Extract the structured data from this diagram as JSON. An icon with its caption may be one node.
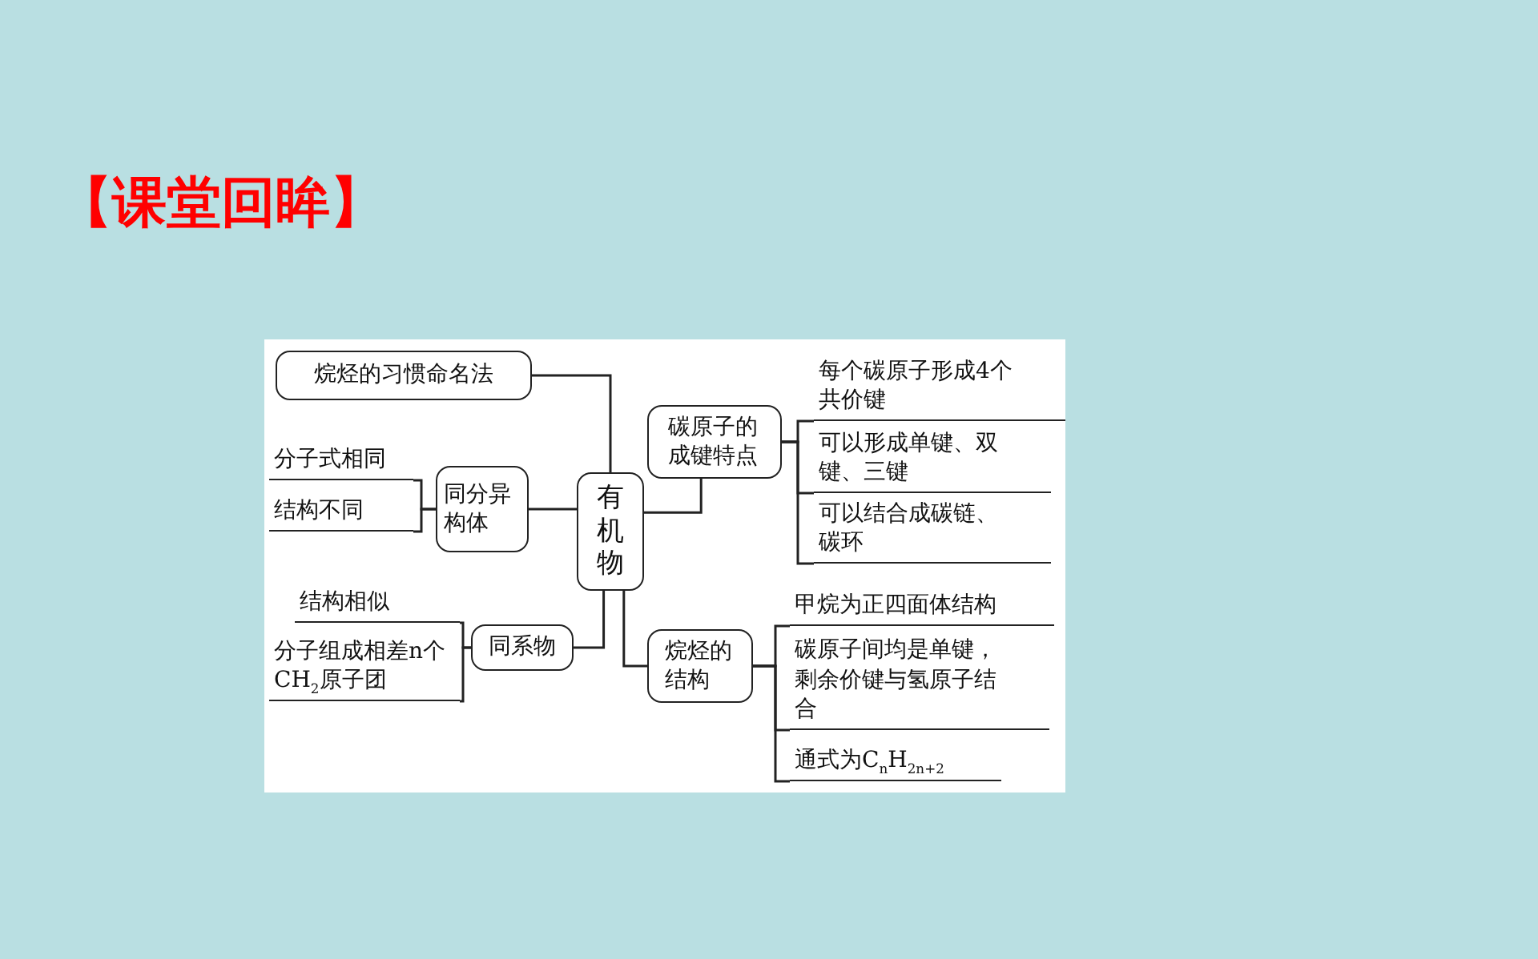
{
  "diagram": {
    "title": "【课堂回眸】",
    "nodes": [
      {
        "text": [
          "有机物"
        ]
      },
      {
        "text": [
          "烷烃的习惯命名法"
        ]
      },
      {
        "text": [
          "同分异构体"
        ]
      },
      {
        "text": [
          "分子式相同"
        ]
      },
      {
        "text": [
          "结构不同"
        ]
      },
      {
        "text": [
          "同系物"
        ]
      },
      {
        "text": [
          "结构相似"
        ]
      },
      {
        "text": [
          "分子组成相差n个CH$_{2}$原子团"
        ]
      },
      {
        "text": [
          "碳原子的成键特点"
        ]
      },
      {
        "text": [
          "每个碳原子形成4个共价键"
        ]
      },
      {
        "text": [
          "可以形成单键、双键、三键"
        ]
      },
      {
        "text": [
          "可以结合成碳链、碳环"
        ]
      },
      {
        "text": [
          "烷烃的结构"
        ]
      },
      {
        "text": [
          "甲烷为正四面体结构"
        ]
      },
      {
        "text": [
          "碳原子间均是单键，剩余价键与氢原子结合"
        ]
      },
      {
        "text": [
          "通式为C$_{n}$H$_{2n+2}$"
        ]
      }
    ],
    "edges": [
      {
        "from": 0,
        "to": 1,
        "arrow": "none"
      },
      {
        "from": 0,
        "to": 2,
        "arrow": "none"
      },
      {
        "from": 0,
        "to": 5,
        "arrow": "none"
      },
      {
        "from": 0,
        "to": 8,
        "arrow": "none"
      },
      {
        "from": 0,
        "to": 12,
        "arrow": "none"
      },
      {
        "from": 2,
        "to": 3,
        "arrow": "none"
      },
      {
        "from": 2,
        "to": 4,
        "arrow": "none"
      },
      {
        "from": 5,
        "to": 6,
        "arrow": "none"
      },
      {
        "from": 5,
        "to": 7,
        "arrow": "none"
      },
      {
        "from": 8,
        "to": 9,
        "arrow": "none"
      },
      {
        "from": 8,
        "to": 10,
        "arrow": "none"
      },
      {
        "from": 8,
        "to": 11,
        "arrow": "none"
      },
      {
        "from": 12,
        "to": 13,
        "arrow": "none"
      },
      {
        "from": 12,
        "to": 14,
        "arrow": "none"
      },
      {
        "from": 12,
        "to": 15,
        "arrow": "none"
      }
    ]
  }
}
